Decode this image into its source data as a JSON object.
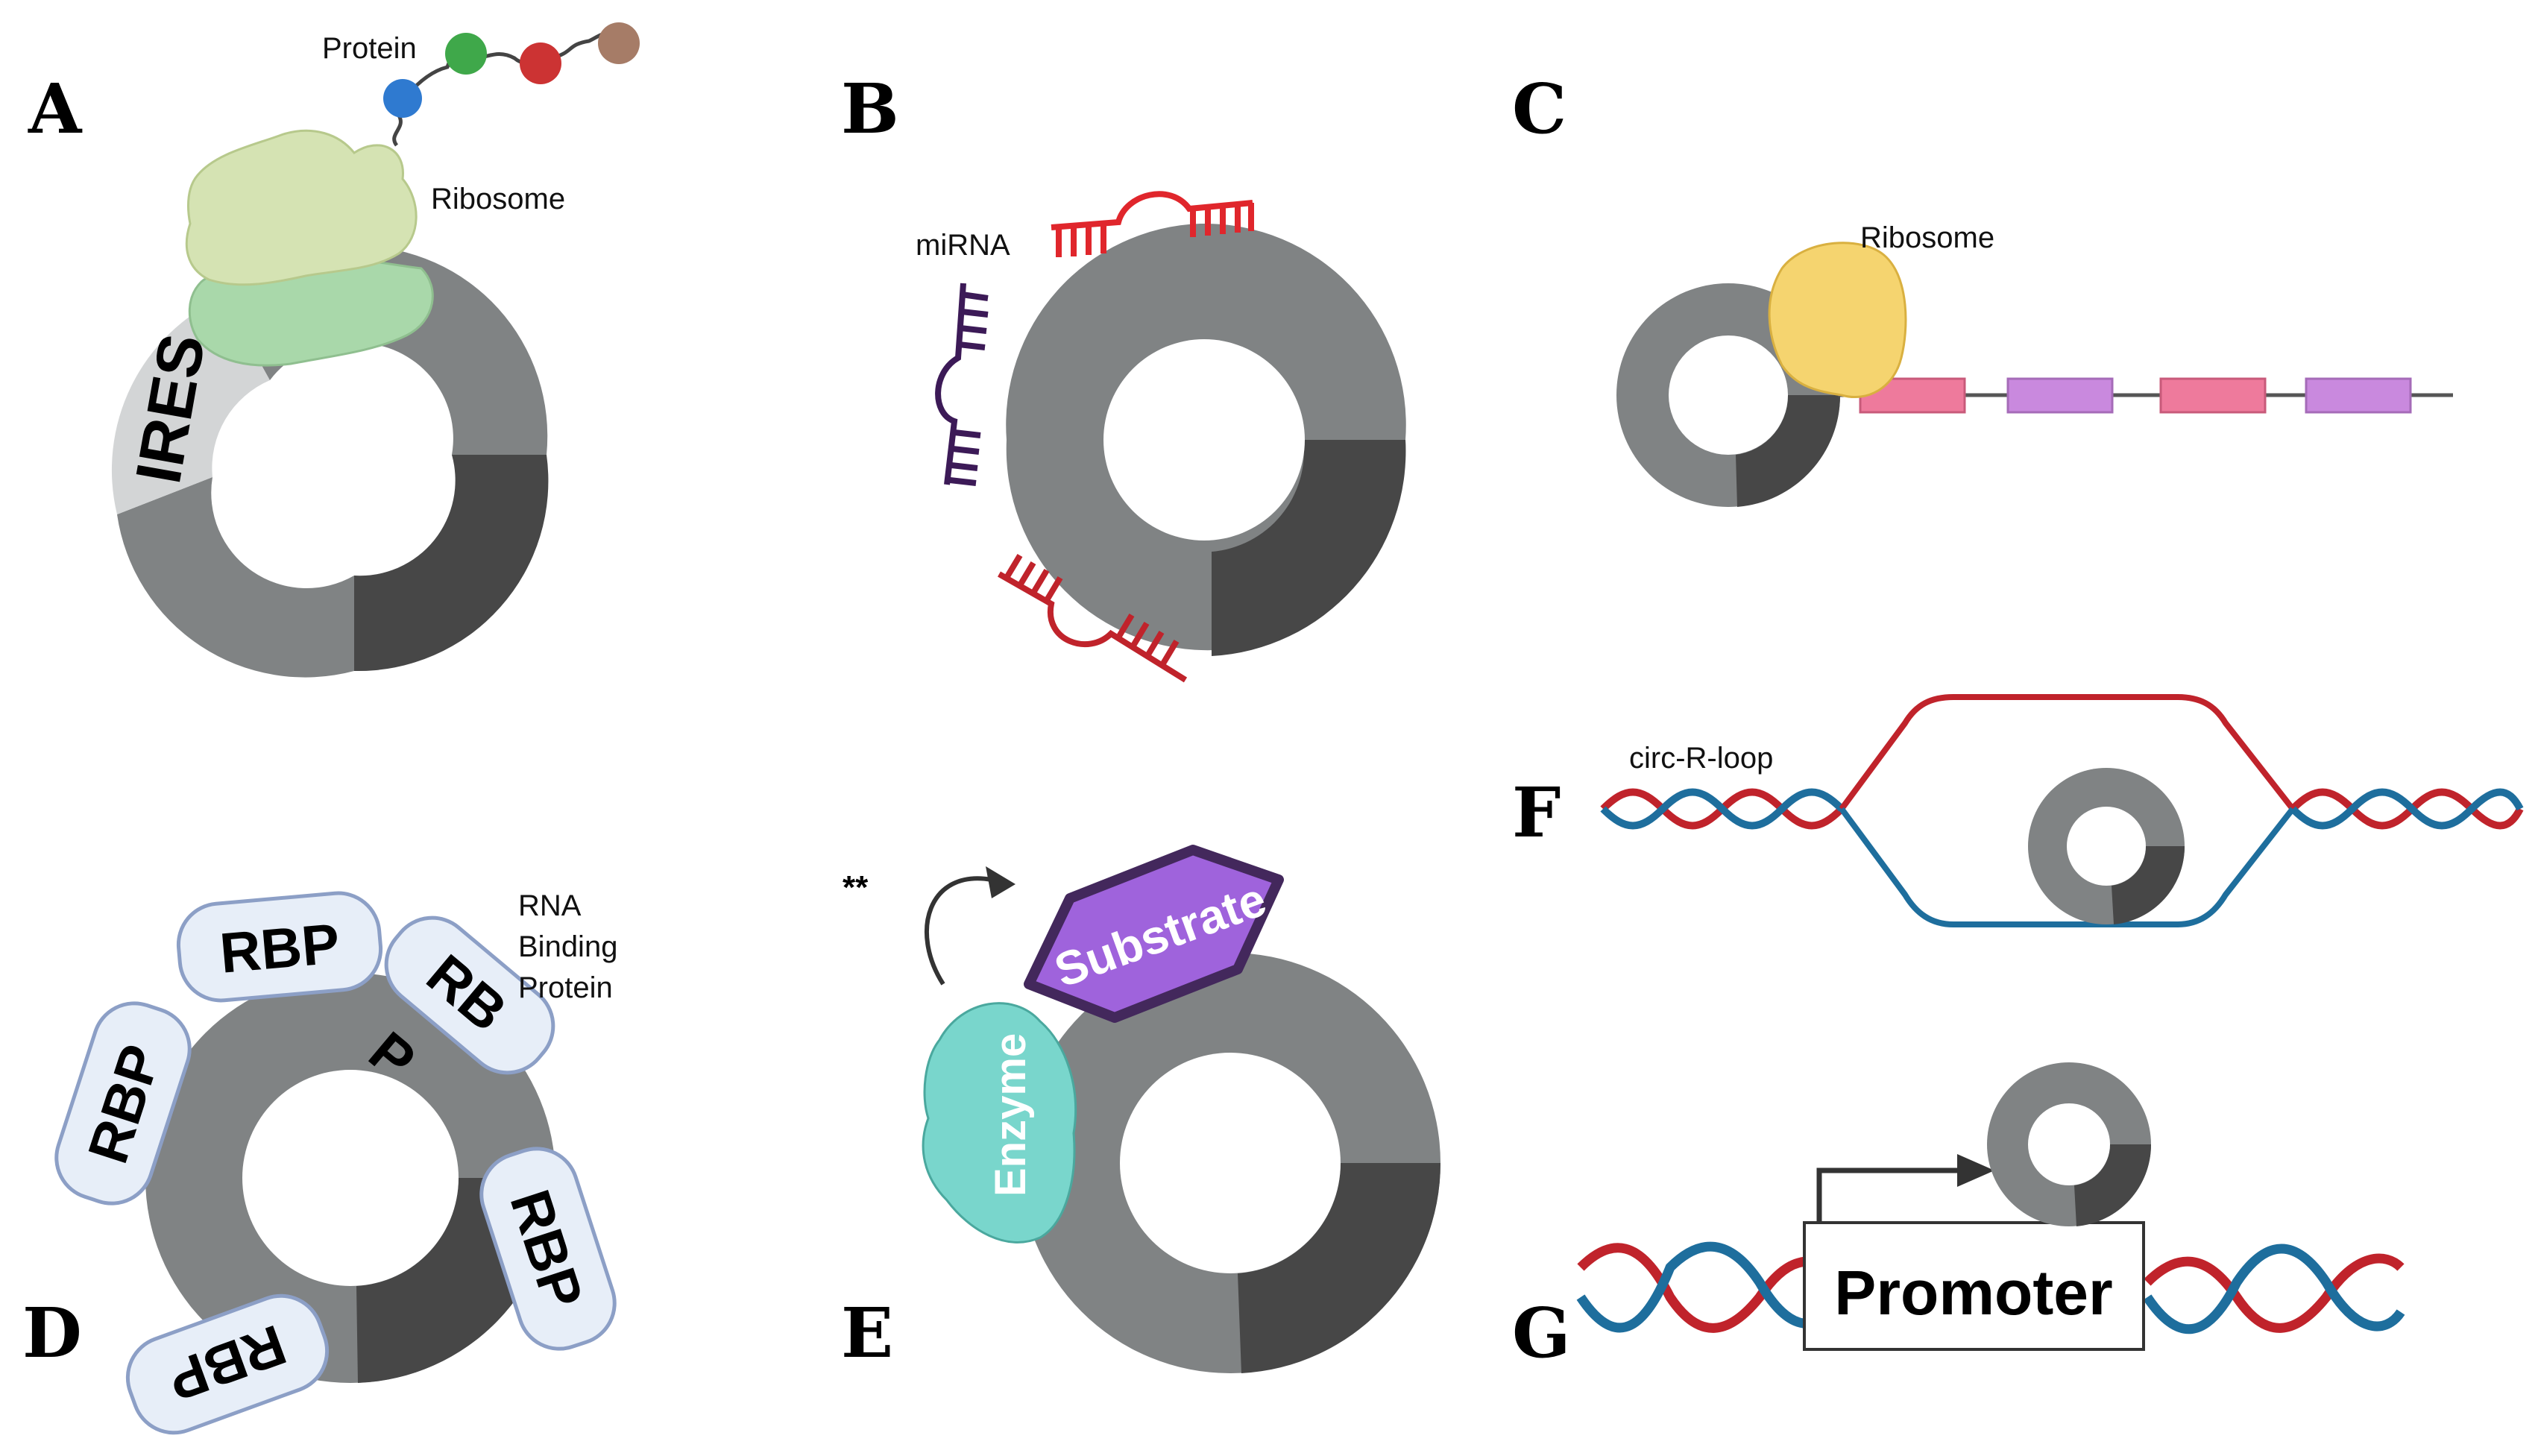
{
  "panels": {
    "a": {
      "letter": "A",
      "protein_label": "Protein",
      "ribosome_label": "Ribosome",
      "ires_label": "IRES"
    },
    "b": {
      "letter": "B",
      "mirna_label": "miRNA"
    },
    "c": {
      "letter": "C",
      "ribosome_label": "Ribosome"
    },
    "d": {
      "letter": "D",
      "rbp_label": "RBP",
      "rbp_partial_label": "RB",
      "rbp_partial_p": "P",
      "legend_line1": "RNA",
      "legend_line2": "Binding",
      "legend_line3": "Protein"
    },
    "e": {
      "letter": "E",
      "marker": "**",
      "substrate_label": "Substrate",
      "enzyme_label": "Enzyme"
    },
    "f": {
      "letter": "F",
      "rloop_label": "circ-R-loop"
    },
    "g": {
      "letter": "G",
      "promoter_label": "Promoter"
    }
  },
  "colors": {
    "ring_light": "#808384",
    "ring_dark": "#474747",
    "ires": "#d3d5d6",
    "ribosome_top": "#d5e3b3",
    "ribosome_bottom": "#a9d8aa",
    "ribosome_yellow": "#f5d46f",
    "mirna_red": "#e0262c",
    "mirna_purple": "#3c1a57",
    "rbp_fill": "#e7eef8",
    "rbp_stroke": "#8c9fc6",
    "substrate": "#9f63dc",
    "substrate_stroke": "#43285c",
    "enzyme": "#79d6cc",
    "dna_red": "#c0232b",
    "dna_blue": "#1e6e9d",
    "exon_pink": "#ee7a9c",
    "exon_purple": "#c989de"
  }
}
